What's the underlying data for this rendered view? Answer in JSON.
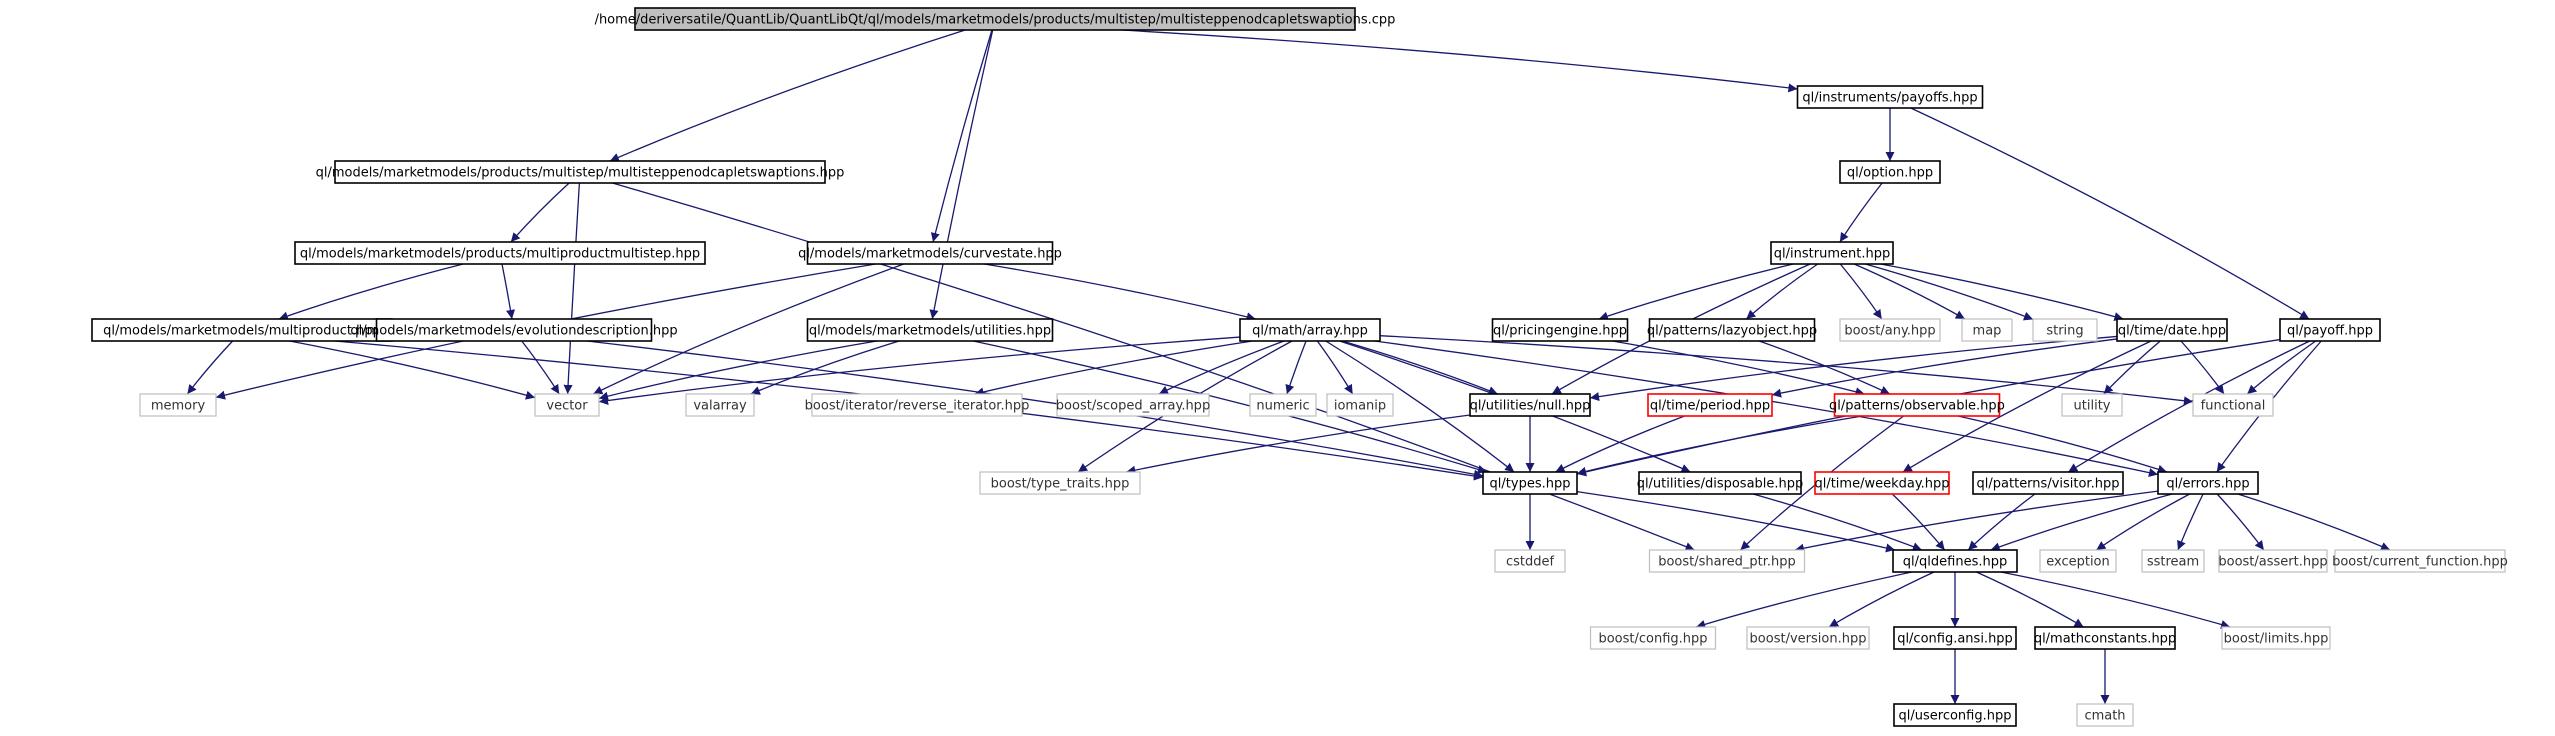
{
  "colors": {
    "edge": "#191970",
    "documented_border": "#000000",
    "system_border": "#bfbfbf",
    "truncated_border": "#ff0000",
    "root_fill": "#bfbfbf"
  },
  "nodes": [
    {
      "id": "root",
      "label": "/home/deriversatile/QuantLib/QuantLibQt/ql/models/marketmodels/products/multistep/multisteppenodcapletswaptions.cpp",
      "kind": "root"
    },
    {
      "id": "mspcs_hpp",
      "label": "ql/models/marketmodels/products/multistep/multisteppenodcapletswaptions.hpp",
      "kind": "doc"
    },
    {
      "id": "payoffs_hpp",
      "label": "ql/instruments/payoffs.hpp",
      "kind": "doc"
    },
    {
      "id": "curvestate",
      "label": "ql/models/marketmodels/curvestate.hpp",
      "kind": "doc"
    },
    {
      "id": "option",
      "label": "ql/option.hpp",
      "kind": "doc"
    },
    {
      "id": "mpms",
      "label": "ql/models/marketmodels/products/multiproductmultistep.hpp",
      "kind": "doc"
    },
    {
      "id": "instrument",
      "label": "ql/instrument.hpp",
      "kind": "doc"
    },
    {
      "id": "multiproduct",
      "label": "ql/models/marketmodels/multiproduct.hpp",
      "kind": "doc"
    },
    {
      "id": "evolution",
      "label": "ql/models/marketmodels/evolutiondescription.hpp",
      "kind": "doc"
    },
    {
      "id": "utilities",
      "label": "ql/models/marketmodels/utilities.hpp",
      "kind": "doc"
    },
    {
      "id": "array",
      "label": "ql/math/array.hpp",
      "kind": "doc"
    },
    {
      "id": "pricingengine",
      "label": "ql/pricingengine.hpp",
      "kind": "doc"
    },
    {
      "id": "lazyobject",
      "label": "ql/patterns/lazyobject.hpp",
      "kind": "doc"
    },
    {
      "id": "any",
      "label": "boost/any.hpp",
      "kind": "sys"
    },
    {
      "id": "map",
      "label": "map",
      "kind": "sys"
    },
    {
      "id": "string",
      "label": "string",
      "kind": "sys"
    },
    {
      "id": "date",
      "label": "ql/time/date.hpp",
      "kind": "doc"
    },
    {
      "id": "payoff",
      "label": "ql/payoff.hpp",
      "kind": "doc"
    },
    {
      "id": "memory",
      "label": "memory",
      "kind": "sys"
    },
    {
      "id": "vector",
      "label": "vector",
      "kind": "sys"
    },
    {
      "id": "valarray",
      "label": "valarray",
      "kind": "sys"
    },
    {
      "id": "revit",
      "label": "boost/iterator/reverse_iterator.hpp",
      "kind": "sys"
    },
    {
      "id": "scopedarray",
      "label": "boost/scoped_array.hpp",
      "kind": "sys"
    },
    {
      "id": "numeric",
      "label": "numeric",
      "kind": "sys"
    },
    {
      "id": "iomanip",
      "label": "iomanip",
      "kind": "sys"
    },
    {
      "id": "null",
      "label": "ql/utilities/null.hpp",
      "kind": "doc"
    },
    {
      "id": "period",
      "label": "ql/time/period.hpp",
      "kind": "trunc"
    },
    {
      "id": "observable",
      "label": "ql/patterns/observable.hpp",
      "kind": "trunc"
    },
    {
      "id": "utility",
      "label": "utility",
      "kind": "sys"
    },
    {
      "id": "functional",
      "label": "functional",
      "kind": "sys"
    },
    {
      "id": "typetraits",
      "label": "boost/type_traits.hpp",
      "kind": "sys"
    },
    {
      "id": "types",
      "label": "ql/types.hpp",
      "kind": "doc"
    },
    {
      "id": "disposable",
      "label": "ql/utilities/disposable.hpp",
      "kind": "doc"
    },
    {
      "id": "weekday",
      "label": "ql/time/weekday.hpp",
      "kind": "trunc"
    },
    {
      "id": "visitor",
      "label": "ql/patterns/visitor.hpp",
      "kind": "doc"
    },
    {
      "id": "errors",
      "label": "ql/errors.hpp",
      "kind": "doc"
    },
    {
      "id": "cstddef",
      "label": "cstddef",
      "kind": "sys"
    },
    {
      "id": "sharedptr",
      "label": "boost/shared_ptr.hpp",
      "kind": "sys"
    },
    {
      "id": "qldefines",
      "label": "ql/qldefines.hpp",
      "kind": "doc"
    },
    {
      "id": "exception",
      "label": "exception",
      "kind": "sys"
    },
    {
      "id": "sstream",
      "label": "sstream",
      "kind": "sys"
    },
    {
      "id": "assert",
      "label": "boost/assert.hpp",
      "kind": "sys"
    },
    {
      "id": "curfunc",
      "label": "boost/current_function.hpp",
      "kind": "sys"
    },
    {
      "id": "config",
      "label": "boost/config.hpp",
      "kind": "sys"
    },
    {
      "id": "version",
      "label": "boost/version.hpp",
      "kind": "sys"
    },
    {
      "id": "configansi",
      "label": "ql/config.ansi.hpp",
      "kind": "doc"
    },
    {
      "id": "mathconst",
      "label": "ql/mathconstants.hpp",
      "kind": "doc"
    },
    {
      "id": "limits",
      "label": "boost/limits.hpp",
      "kind": "sys"
    },
    {
      "id": "userconfig",
      "label": "ql/userconfig.hpp",
      "kind": "doc"
    },
    {
      "id": "cmath",
      "label": "cmath",
      "kind": "sys"
    }
  ],
  "edges": [
    [
      "root",
      "mspcs_hpp"
    ],
    [
      "root",
      "curvestate"
    ],
    [
      "root",
      "utilities"
    ],
    [
      "root",
      "payoffs_hpp"
    ],
    [
      "payoffs_hpp",
      "option"
    ],
    [
      "payoffs_hpp",
      "payoff"
    ],
    [
      "option",
      "instrument"
    ],
    [
      "instrument",
      "null"
    ],
    [
      "instrument",
      "pricingengine"
    ],
    [
      "instrument",
      "lazyobject"
    ],
    [
      "instrument",
      "any"
    ],
    [
      "instrument",
      "map"
    ],
    [
      "instrument",
      "string"
    ],
    [
      "instrument",
      "date"
    ],
    [
      "pricingengine",
      "observable"
    ],
    [
      "lazyobject",
      "observable"
    ],
    [
      "date",
      "period"
    ],
    [
      "date",
      "weekday"
    ],
    [
      "date",
      "utility"
    ],
    [
      "date",
      "functional"
    ],
    [
      "date",
      "null"
    ],
    [
      "payoff",
      "functional"
    ],
    [
      "payoff",
      "errors"
    ],
    [
      "payoff",
      "visitor"
    ],
    [
      "payoff",
      "types"
    ],
    [
      "mspcs_hpp",
      "mpms"
    ],
    [
      "mspcs_hpp",
      "vector"
    ],
    [
      "mspcs_hpp",
      "sharedptr"
    ],
    [
      "mpms",
      "multiproduct"
    ],
    [
      "mpms",
      "evolution"
    ],
    [
      "curvestate",
      "array"
    ],
    [
      "curvestate",
      "vector"
    ],
    [
      "curvestate",
      "memory"
    ],
    [
      "multiproduct",
      "memory"
    ],
    [
      "multiproduct",
      "vector"
    ],
    [
      "multiproduct",
      "types"
    ],
    [
      "evolution",
      "vector"
    ],
    [
      "evolution",
      "types"
    ],
    [
      "utilities",
      "vector"
    ],
    [
      "utilities",
      "valarray"
    ],
    [
      "utilities",
      "types"
    ],
    [
      "array",
      "vector"
    ],
    [
      "array",
      "revit"
    ],
    [
      "array",
      "scopedarray"
    ],
    [
      "array",
      "numeric"
    ],
    [
      "array",
      "iomanip"
    ],
    [
      "array",
      "null"
    ],
    [
      "array",
      "types"
    ],
    [
      "array",
      "disposable"
    ],
    [
      "array",
      "functional"
    ],
    [
      "array",
      "errors"
    ],
    [
      "array",
      "typetraits"
    ],
    [
      "null",
      "types"
    ],
    [
      "null",
      "typetraits"
    ],
    [
      "period",
      "types"
    ],
    [
      "observable",
      "types"
    ],
    [
      "observable",
      "errors"
    ],
    [
      "observable",
      "sharedptr"
    ],
    [
      "types",
      "qldefines"
    ],
    [
      "types",
      "cstddef"
    ],
    [
      "disposable",
      "qldefines"
    ],
    [
      "weekday",
      "qldefines"
    ],
    [
      "visitor",
      "qldefines"
    ],
    [
      "errors",
      "qldefines"
    ],
    [
      "errors",
      "exception"
    ],
    [
      "errors",
      "sstream"
    ],
    [
      "errors",
      "assert"
    ],
    [
      "errors",
      "curfunc"
    ],
    [
      "errors",
      "sharedptr"
    ],
    [
      "qldefines",
      "config"
    ],
    [
      "qldefines",
      "version"
    ],
    [
      "qldefines",
      "configansi"
    ],
    [
      "qldefines",
      "mathconst"
    ],
    [
      "qldefines",
      "limits"
    ],
    [
      "configansi",
      "userconfig"
    ],
    [
      "mathconst",
      "cmath"
    ]
  ]
}
